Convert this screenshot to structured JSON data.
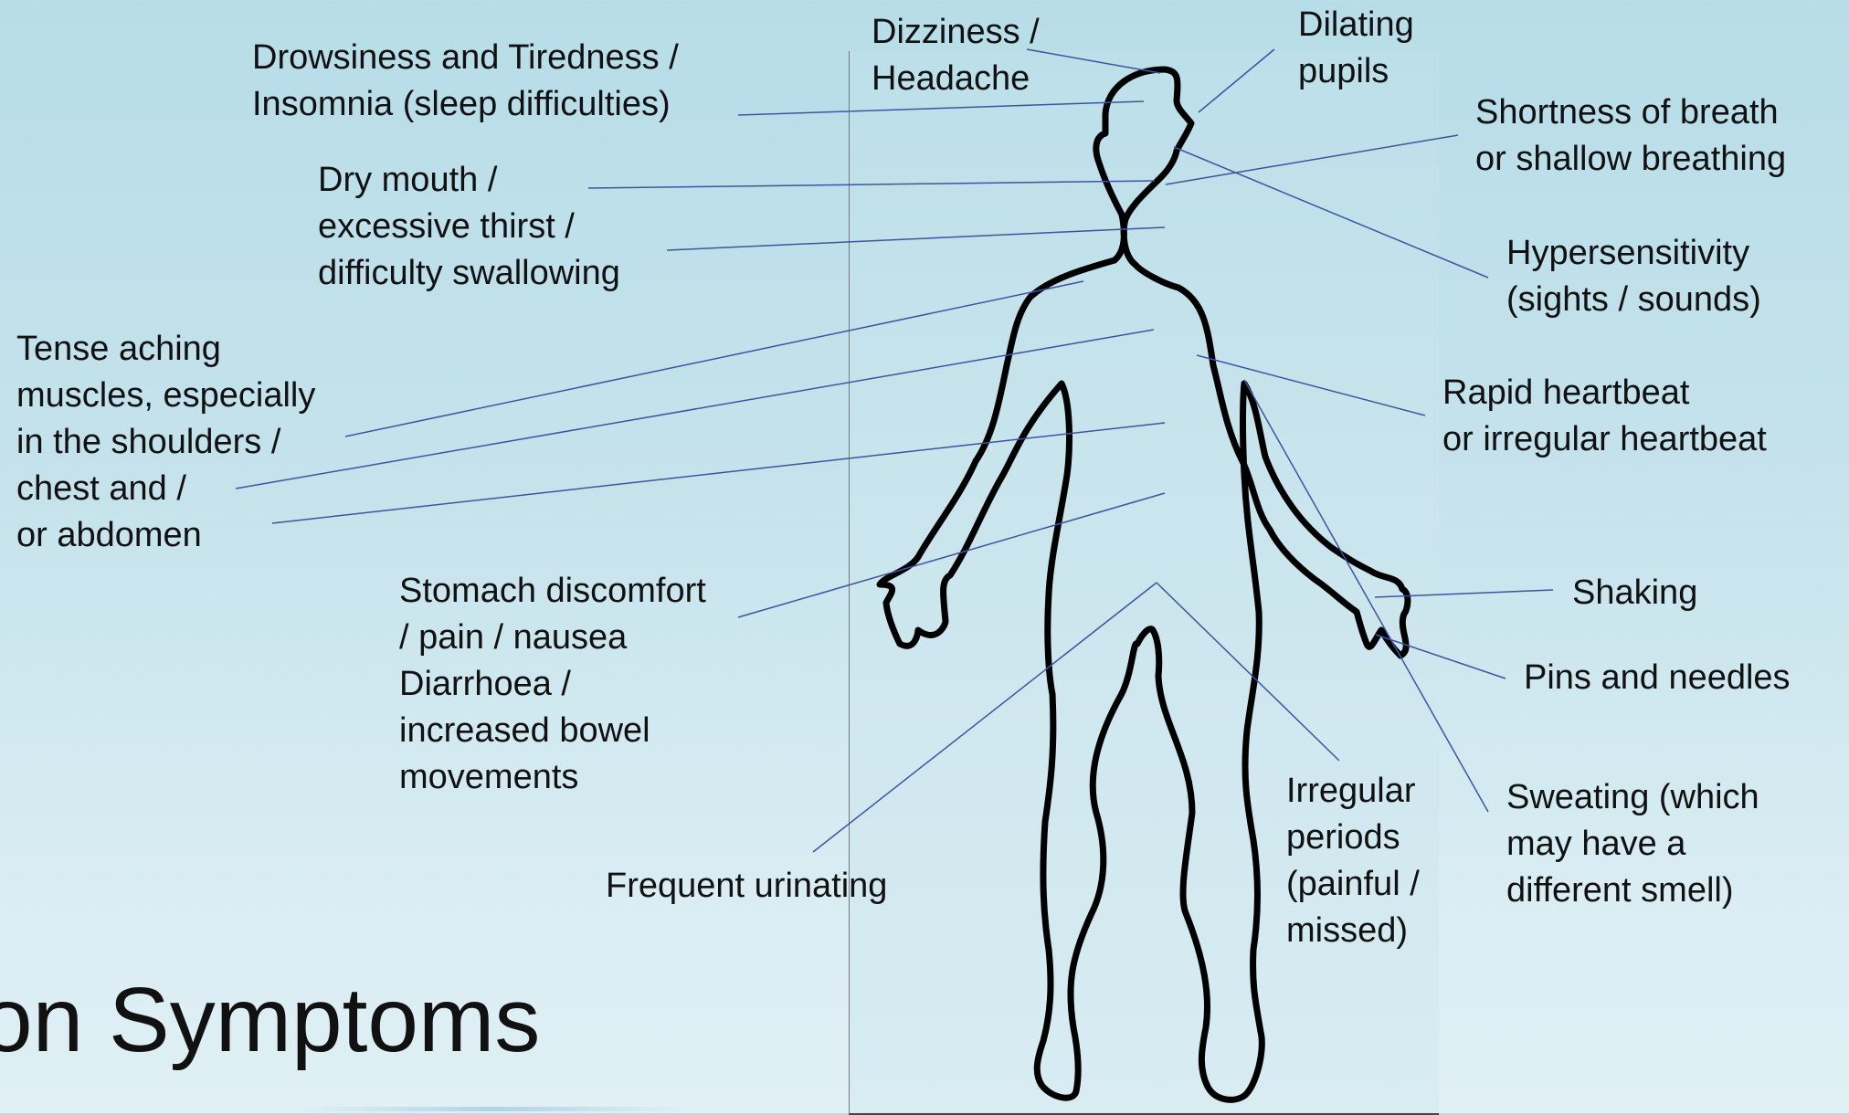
{
  "slide": {
    "title": "on Symptoms"
  },
  "symptoms": {
    "drowsiness": "Drowsiness and Tiredness /\nInsomnia (sleep difficulties)",
    "dizziness": "Dizziness /\nHeadache",
    "dilating": "Dilating\npupils",
    "breath": "Shortness of breath\nor shallow breathing",
    "dry_mouth": "Dry mouth /\nexcessive thirst /\ndifficulty swallowing",
    "hypersensitivity": "Hypersensitivity\n(sights / sounds)",
    "tense": "Tense aching\nmuscles, especially\nin the shoulders /\nchest and /\nor abdomen",
    "heartbeat": "Rapid heartbeat\nor irregular heartbeat",
    "stomach": "Stomach discomfort\n/ pain / nausea\nDiarrhoea /\nincreased bowel\nmovements",
    "shaking": "Shaking",
    "pins": "Pins and needles",
    "urinating": "Frequent urinating",
    "periods": "Irregular\nperiods\n(painful /\nmissed)",
    "sweating": "Sweating (which\nmay have a\ndifferent smell)"
  },
  "colors": {
    "background": "#b7dde8",
    "leader_line": "#3d55a0",
    "outline": "#000000"
  }
}
